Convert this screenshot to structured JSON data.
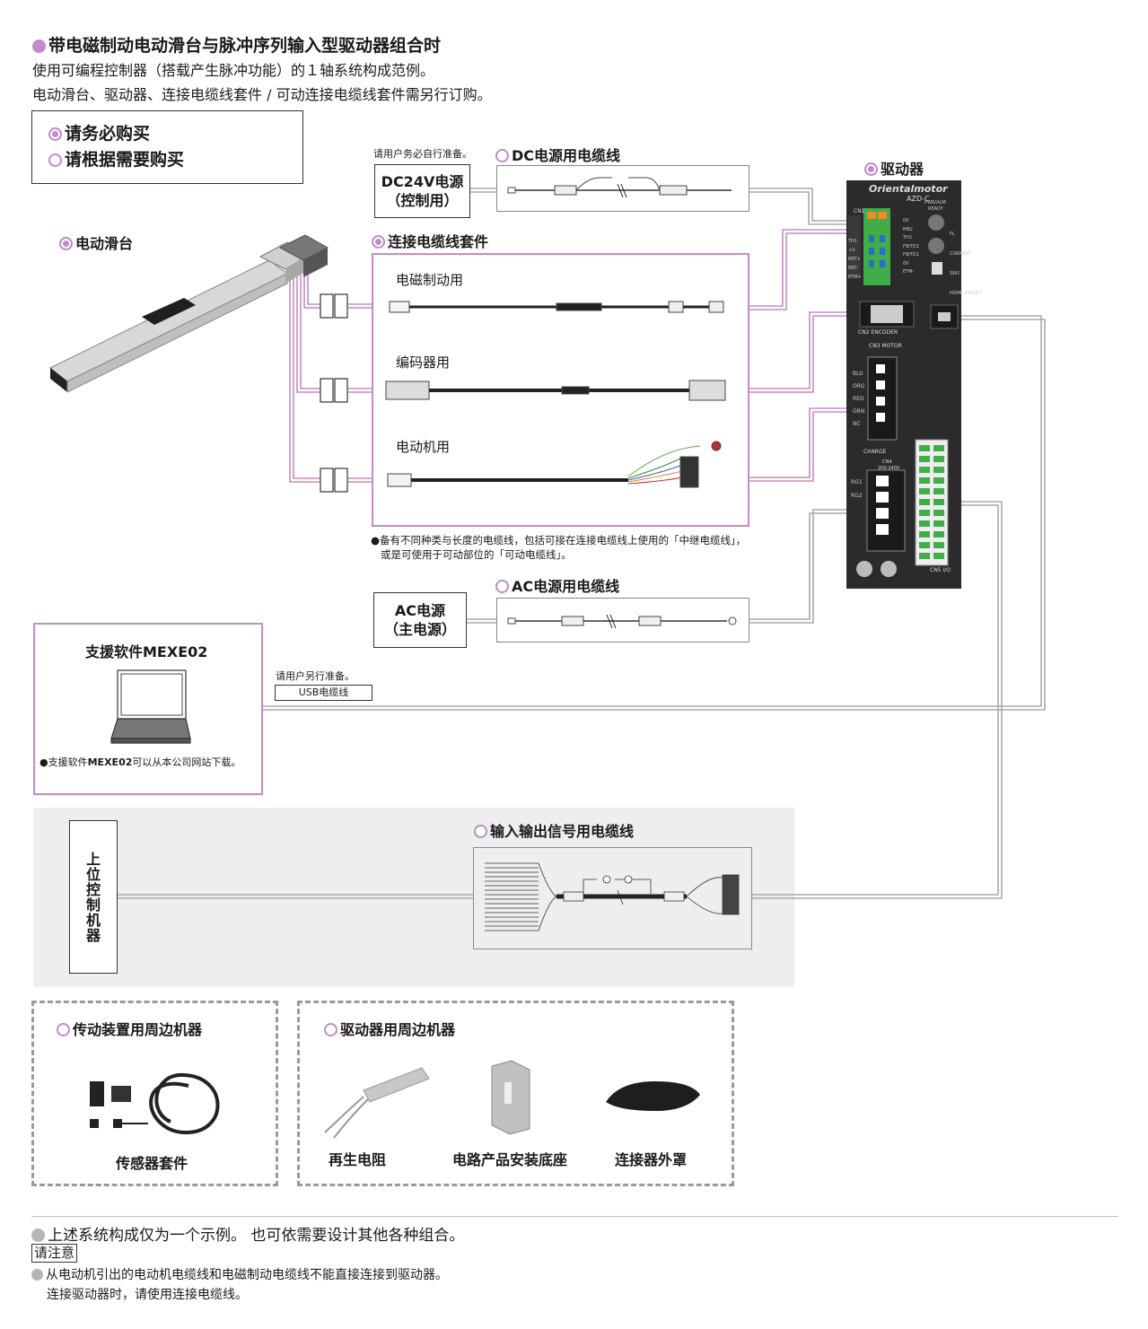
{
  "header": {
    "title": "带电磁制动电动滑台与脉冲序列输入型驱动器组合时",
    "line1": "使用可编程控制器（搭载产生脉冲功能）的１轴系统构成范例。",
    "line2": "电动滑台、驱动器、连接电缆线套件 / 可动连接电缆线套件需另行订购。"
  },
  "legend": {
    "must_buy": "请务必购买",
    "optional_buy": "请根据需要购买"
  },
  "slider": {
    "label": "电动滑台"
  },
  "driver": {
    "label": "驱动器",
    "brand": "Orientalmotor",
    "model": "AZD-C",
    "pwr": "PWR/ALM",
    "ready": "READY",
    "cn1": "CN1",
    "cn2": "CN2 ENCODER",
    "cn3": "CN3 MOTOR",
    "cn4": "CN4",
    "cn4v": "200-240V",
    "cn5": "CN5 I/O",
    "charge": "CHARGE",
    "rg1": "RG1",
    "rg2": "RG2",
    "cn3_pins": [
      "BLU",
      "ORG",
      "RED",
      "GRN",
      "NC"
    ],
    "cn1_left": [
      "TH1",
      "+V",
      "BRT+",
      "BRT-",
      "ETM+"
    ],
    "cn1_right": [
      "0V",
      "MB2",
      "TH2",
      "FWTD1",
      "FWTD1",
      "0V",
      "ETM-"
    ],
    "side_labels": [
      "FL",
      "CURRENT",
      "SW1",
      "HOME PRESET"
    ]
  },
  "dc_power": {
    "note": "请用户务必自行准备。",
    "cable_label": "DC电源用电缆线",
    "box_line1": "DC24V电源",
    "box_line2": "（控制用）"
  },
  "cable_kit": {
    "label": "连接电缆线套件",
    "items": [
      "电磁制动用",
      "编码器用",
      "电动机用"
    ],
    "note_line1": "●备有不同种类与长度的电缆线，包括可接在连接电缆线上使用的「中继电缆线」，",
    "note_line2": "或是可使用于可动部位的「可动电缆线」。"
  },
  "ac_power": {
    "cable_label": "AC电源用电缆线",
    "box_line1": "AC电源",
    "box_line2": "（主电源）"
  },
  "software": {
    "title": "支援软件MEXE02",
    "note_prefix": "●支援软件",
    "note_bold": "MEXE02",
    "note_suffix": "可以从本公司网站下载。"
  },
  "usb": {
    "note": "请用户另行准备。",
    "label": "USB电缆线"
  },
  "host": {
    "label_chars": [
      "上",
      "位",
      "控",
      "制",
      "机",
      "器"
    ]
  },
  "io_cable": {
    "label": "输入输出信号用电缆线"
  },
  "actuator_peripherals": {
    "title": "传动装置用周边机器",
    "items": [
      "传感器套件"
    ]
  },
  "driver_peripherals": {
    "title": "驱动器用周边机器",
    "items": [
      "再生电阻",
      "电路产品安装底座",
      "连接器外罩"
    ]
  },
  "footer": {
    "line1": "上述系统构成仅为一个示例。 也可依需要设计其他各种组合。",
    "caution": "请注意",
    "line2": "从电动机引出的电动机电缆线和电磁制动电缆线不能直接连接到驱动器。",
    "line3": "连接驱动器时，请使用连接电缆线。"
  },
  "colors": {
    "accent": "#c08cc6",
    "pink_line": "#c58cc3",
    "gray_line": "#a8a8a8",
    "panel_gray": "#eeeeee",
    "driver_body": "#2b2b2b",
    "terminal_green": "#3fae49",
    "terminal_orange": "#f08a2a",
    "terminal_blue": "#2d6cc6"
  }
}
